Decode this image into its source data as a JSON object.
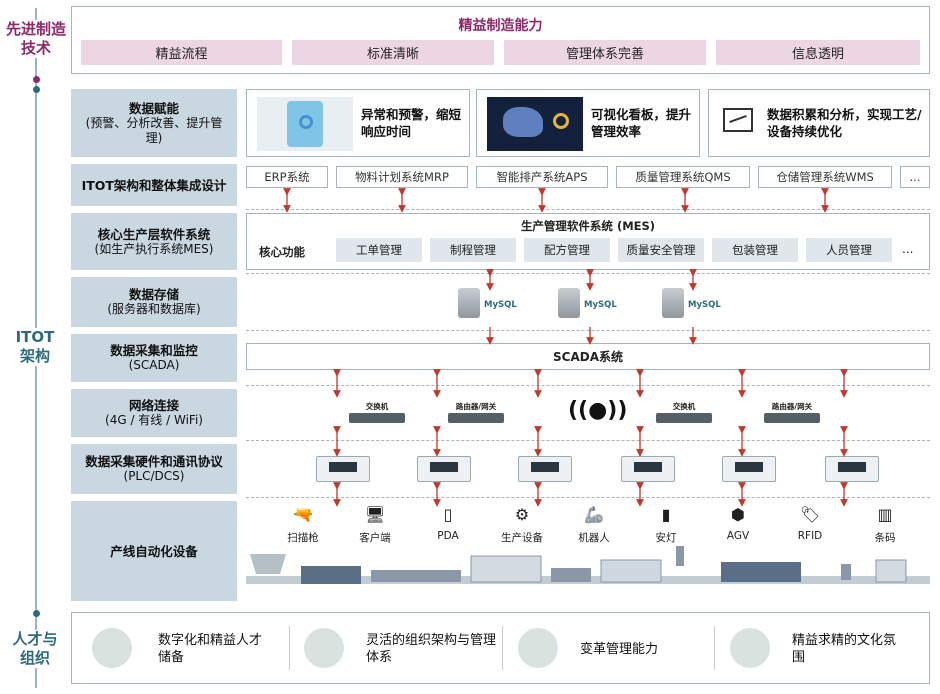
{
  "sections": {
    "advanced": "先进制造技术",
    "itot": "ITOT架构",
    "talent": "人才与组织"
  },
  "lean": {
    "title": "精益制造能力",
    "items": [
      "精益流程",
      "标准清晰",
      "管理体系完善",
      "信息透明"
    ]
  },
  "layers": [
    {
      "title": "数据赋能",
      "sub": "(预警、分析改善、提升管理)"
    },
    {
      "title": "ITOT架构和整体集成设计",
      "sub": ""
    },
    {
      "title": "核心生产层软件系统",
      "sub": "(如生产执行系统MES)"
    },
    {
      "title": "数据存储",
      "sub": "(服务器和数据库)"
    },
    {
      "title": "数据采集和监控",
      "sub": "(SCADA)"
    },
    {
      "title": "网络连接",
      "sub": "(4G / 有线 / WiFi)"
    },
    {
      "title": "数据采集硬件和通讯协议",
      "sub": "(PLC/DCS)"
    },
    {
      "title": "产线自动化设备",
      "sub": ""
    }
  ],
  "data_cards": [
    "异常和预警，缩短响应时间",
    "可视化看板，提升管理效率",
    "数据积累和分析，实现工艺/设备持续优化"
  ],
  "systems": [
    "ERP系统",
    "物料计划系统MRP",
    "智能排产系统APS",
    "质量管理系统QMS",
    "仓储管理系统WMS",
    "..."
  ],
  "mes": {
    "title": "生产管理软件系统 (MES)",
    "core_label": "核心功能",
    "functions": [
      "工单管理",
      "制程管理",
      "配方管理",
      "质量安全管理",
      "包装管理",
      "人员管理",
      "..."
    ]
  },
  "storage": {
    "db_label": "MySQL"
  },
  "scada": "SCADA系统",
  "network": {
    "switch": "交换机",
    "router": "路由器/网关"
  },
  "devices": [
    "扫描枪",
    "客户端",
    "PDA",
    "生产设备",
    "机器人",
    "安灯",
    "AGV",
    "RFID",
    "条码"
  ],
  "talent_items": [
    "数字化和精益人才储备",
    "灵活的组织架构与管理体系",
    "变革管理能力",
    "精益求精的文化氛围"
  ]
}
